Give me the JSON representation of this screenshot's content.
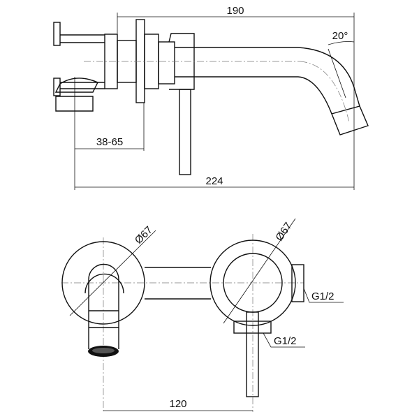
{
  "side_view": {
    "dim_overall_projection": "190",
    "dim_angle": "20°",
    "dim_wall_depth": "38-65",
    "dim_total": "224"
  },
  "front_view": {
    "dim_spout_plate_diameter": "Ø67",
    "dim_mixer_plate_diameter": "Ø67",
    "dim_connection_side": "G1/2",
    "dim_connection_bottom": "G1/2",
    "dim_center_distance": "120"
  }
}
